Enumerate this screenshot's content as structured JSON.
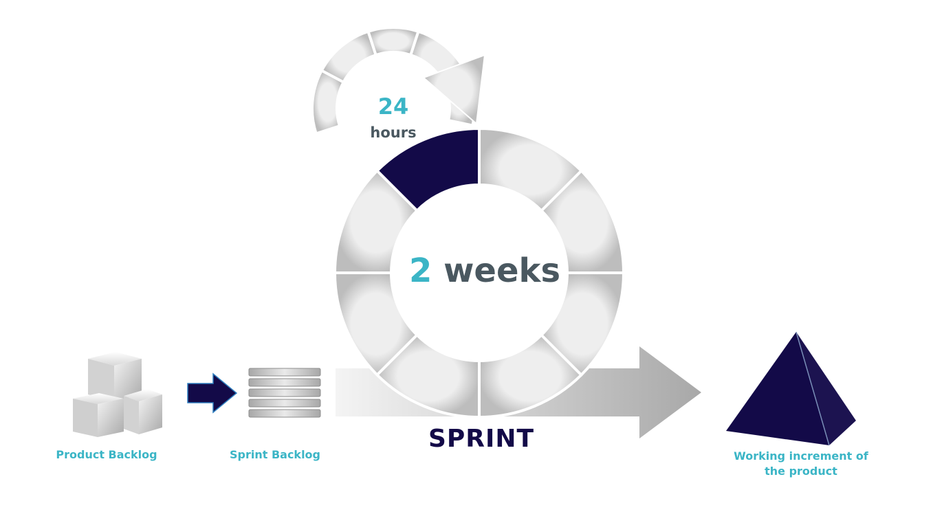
{
  "labels": {
    "product_backlog": "Product Backlog",
    "sprint_backlog": "Sprint Backlog",
    "sprint": "SPRINT",
    "daily_number": "24",
    "daily_unit": "hours",
    "sprint_number": "2",
    "sprint_unit": "weeks",
    "increment_line1": "Working increment of",
    "increment_line2": "the product"
  },
  "colors": {
    "accent_teal": "#3bb5c6",
    "navy": "#130a48",
    "gray_text": "#4a5860",
    "segment_gray": "#d6d6d6"
  }
}
